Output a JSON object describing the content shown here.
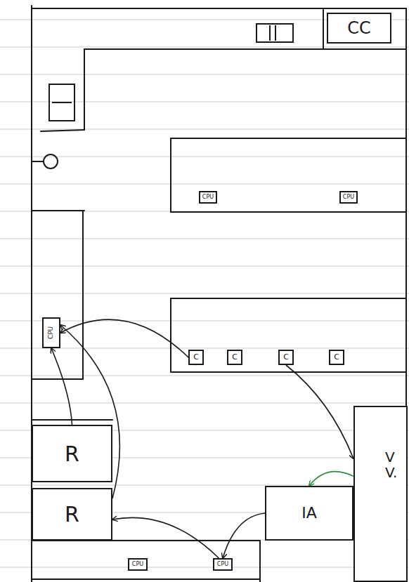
{
  "diagram": {
    "nodes": [
      {
        "text": [
          "CC"
        ]
      },
      {
        "text": [
          "CPU"
        ]
      },
      {
        "text": [
          "CPU"
        ]
      },
      {
        "text": [
          "C"
        ]
      },
      {
        "text": [
          "C"
        ]
      },
      {
        "text": [
          "C"
        ]
      },
      {
        "text": [
          "C"
        ]
      },
      {
        "text": [
          "CPU"
        ]
      },
      {
        "text": [
          "V V."
        ]
      },
      {
        "text": [
          "R"
        ]
      },
      {
        "text": [
          "R"
        ]
      },
      {
        "text": [
          "IA"
        ]
      },
      {
        "text": [
          "CPU"
        ]
      },
      {
        "text": [
          "CPU"
        ]
      }
    ],
    "edges": [
      {
        "from": 3,
        "to": 7,
        "arrow": "to"
      },
      {
        "from": 10,
        "to": 7,
        "arrow": "to"
      },
      {
        "from": 9,
        "to": 7,
        "arrow": "to"
      },
      {
        "from": 5,
        "to": 8,
        "arrow": "to"
      },
      {
        "from": 8,
        "to": 11,
        "arrow": "to"
      },
      {
        "from": 11,
        "to": 13,
        "arrow": "to"
      },
      {
        "from": 13,
        "to": 10,
        "arrow": "to"
      }
    ]
  }
}
